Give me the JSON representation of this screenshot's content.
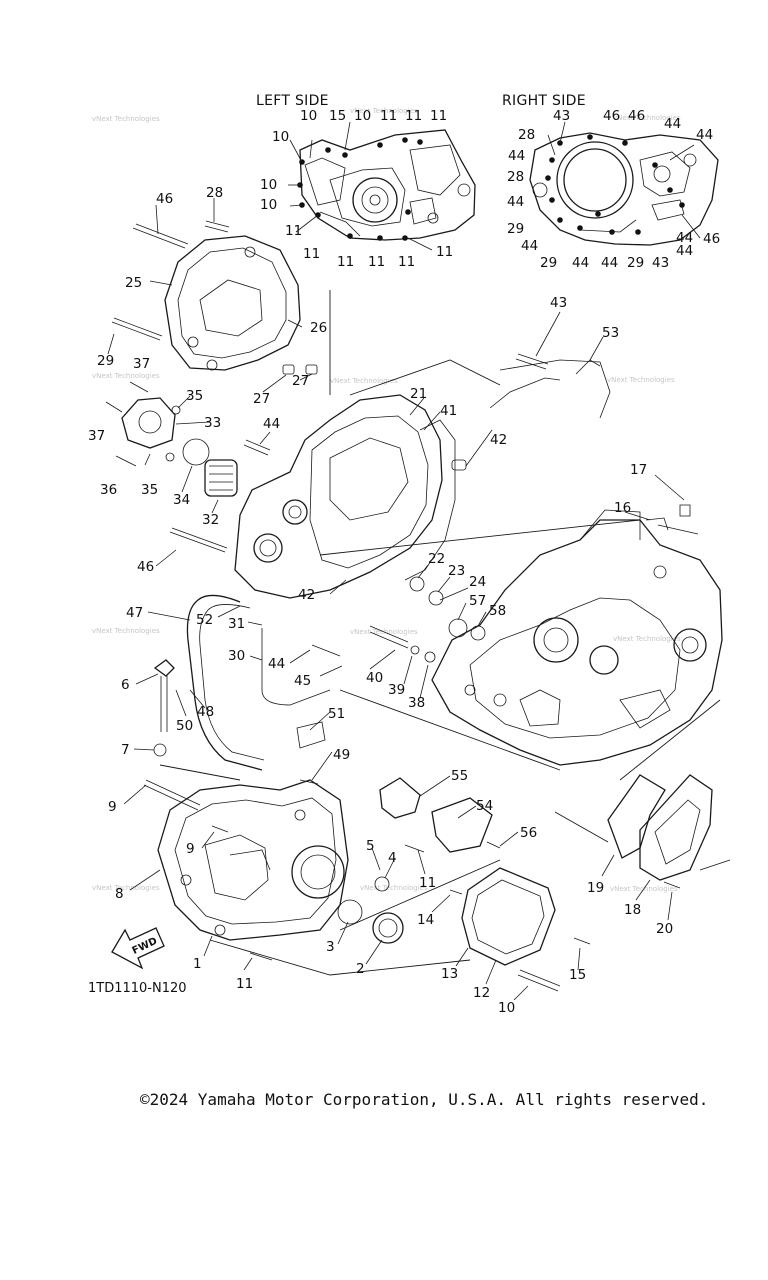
{
  "diagram": {
    "labels": {
      "left_side": "LEFT SIDE",
      "right_side": "RIGHT SIDE",
      "fwd": "FWD",
      "diagram_code": "1TD1110-N120"
    },
    "watermark_text": "vNext Technologies",
    "callouts": [
      {
        "id": "c1",
        "text": "10"
      },
      {
        "id": "c2",
        "text": "15"
      },
      {
        "id": "c3",
        "text": "10"
      },
      {
        "id": "c4",
        "text": "11"
      },
      {
        "id": "c5",
        "text": "11"
      },
      {
        "id": "c6",
        "text": "11"
      },
      {
        "id": "c7",
        "text": "10"
      },
      {
        "id": "c8",
        "text": "10"
      },
      {
        "id": "c9",
        "text": "10"
      },
      {
        "id": "c10",
        "text": "11"
      },
      {
        "id": "c11",
        "text": "11"
      },
      {
        "id": "c12",
        "text": "11"
      },
      {
        "id": "c13",
        "text": "11"
      },
      {
        "id": "c14",
        "text": "11"
      },
      {
        "id": "c15",
        "text": "11"
      },
      {
        "id": "c16",
        "text": "43"
      },
      {
        "id": "c17",
        "text": "46"
      },
      {
        "id": "c18",
        "text": "46"
      },
      {
        "id": "c19",
        "text": "44"
      },
      {
        "id": "c20",
        "text": "28"
      },
      {
        "id": "c21",
        "text": "44"
      },
      {
        "id": "c22",
        "text": "44"
      },
      {
        "id": "c23",
        "text": "28"
      },
      {
        "id": "c24",
        "text": "44"
      },
      {
        "id": "c25",
        "text": "29"
      },
      {
        "id": "c26",
        "text": "44"
      },
      {
        "id": "c27",
        "text": "44"
      },
      {
        "id": "c28",
        "text": "46"
      },
      {
        "id": "c29",
        "text": "29"
      },
      {
        "id": "c30",
        "text": "44"
      },
      {
        "id": "c31",
        "text": "44"
      },
      {
        "id": "c32",
        "text": "29"
      },
      {
        "id": "c33",
        "text": "43"
      },
      {
        "id": "c34",
        "text": "44"
      },
      {
        "id": "c35",
        "text": "46"
      },
      {
        "id": "c36",
        "text": "28"
      },
      {
        "id": "c37",
        "text": "25"
      },
      {
        "id": "c38",
        "text": "26"
      },
      {
        "id": "c39",
        "text": "29"
      },
      {
        "id": "c40",
        "text": "37"
      },
      {
        "id": "c41",
        "text": "27"
      },
      {
        "id": "c42",
        "text": "27"
      },
      {
        "id": "c43",
        "text": "35"
      },
      {
        "id": "c44",
        "text": "33"
      },
      {
        "id": "c45",
        "text": "37"
      },
      {
        "id": "c46",
        "text": "36"
      },
      {
        "id": "c47",
        "text": "35"
      },
      {
        "id": "c48",
        "text": "34"
      },
      {
        "id": "c49",
        "text": "32"
      },
      {
        "id": "c50",
        "text": "44"
      },
      {
        "id": "c51",
        "text": "21"
      },
      {
        "id": "c52",
        "text": "41"
      },
      {
        "id": "c53",
        "text": "42"
      },
      {
        "id": "c54",
        "text": "43"
      },
      {
        "id": "c55",
        "text": "53"
      },
      {
        "id": "c56",
        "text": "17"
      },
      {
        "id": "c57",
        "text": "16"
      },
      {
        "id": "c58",
        "text": "46"
      },
      {
        "id": "c59",
        "text": "22"
      },
      {
        "id": "c60",
        "text": "23"
      },
      {
        "id": "c61",
        "text": "24"
      },
      {
        "id": "c62",
        "text": "42"
      },
      {
        "id": "c63",
        "text": "57"
      },
      {
        "id": "c64",
        "text": "58"
      },
      {
        "id": "c65",
        "text": "47"
      },
      {
        "id": "c66",
        "text": "52"
      },
      {
        "id": "c67",
        "text": "31"
      },
      {
        "id": "c68",
        "text": "30"
      },
      {
        "id": "c69",
        "text": "44"
      },
      {
        "id": "c70",
        "text": "45"
      },
      {
        "id": "c71",
        "text": "40"
      },
      {
        "id": "c72",
        "text": "39"
      },
      {
        "id": "c73",
        "text": "38"
      },
      {
        "id": "c74",
        "text": "6"
      },
      {
        "id": "c75",
        "text": "50"
      },
      {
        "id": "c76",
        "text": "48"
      },
      {
        "id": "c77",
        "text": "51"
      },
      {
        "id": "c78",
        "text": "49"
      },
      {
        "id": "c79",
        "text": "7"
      },
      {
        "id": "c80",
        "text": "9"
      },
      {
        "id": "c81",
        "text": "9"
      },
      {
        "id": "c82",
        "text": "55"
      },
      {
        "id": "c83",
        "text": "54"
      },
      {
        "id": "c84",
        "text": "56"
      },
      {
        "id": "c85",
        "text": "5"
      },
      {
        "id": "c86",
        "text": "4"
      },
      {
        "id": "c87",
        "text": "11"
      },
      {
        "id": "c88",
        "text": "8"
      },
      {
        "id": "c89",
        "text": "14"
      },
      {
        "id": "c90",
        "text": "3"
      },
      {
        "id": "c91",
        "text": "2"
      },
      {
        "id": "c92",
        "text": "1"
      },
      {
        "id": "c93",
        "text": "11"
      },
      {
        "id": "c94",
        "text": "13"
      },
      {
        "id": "c95",
        "text": "12"
      },
      {
        "id": "c96",
        "text": "15"
      },
      {
        "id": "c97",
        "text": "10"
      },
      {
        "id": "c98",
        "text": "19"
      },
      {
        "id": "c99",
        "text": "18"
      },
      {
        "id": "c100",
        "text": "20"
      }
    ]
  },
  "footer": {
    "copyright": "©2024 Yamaha Motor Corporation, U.S.A. All rights reserved."
  }
}
